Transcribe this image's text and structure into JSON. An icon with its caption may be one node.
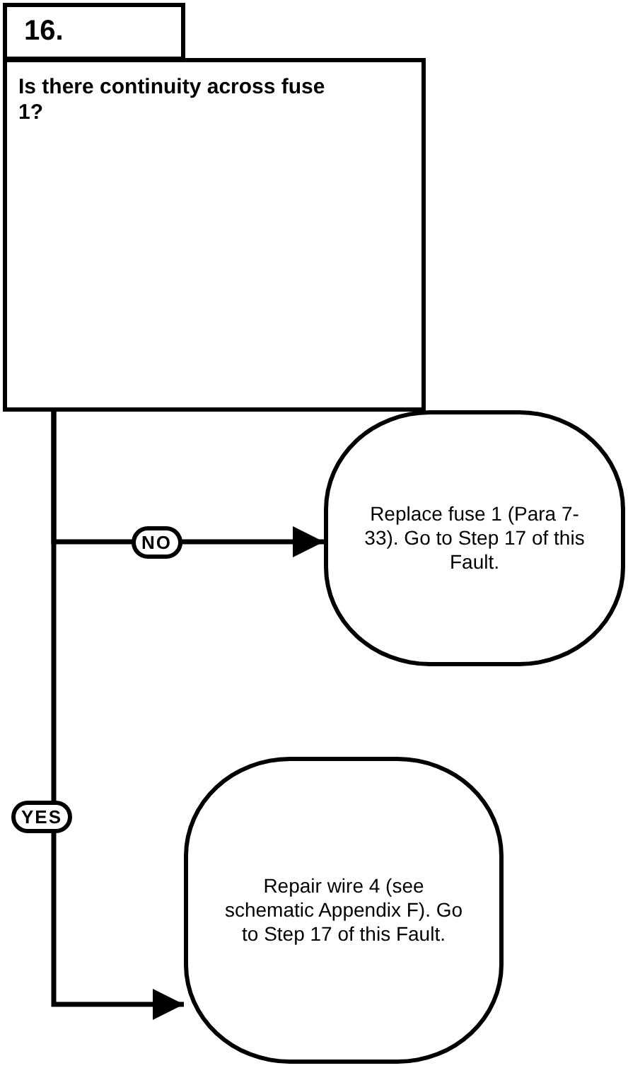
{
  "diagram": {
    "nodes": [
      {
        "text": [
          "16."
        ]
      },
      {
        "text": [
          "Is there continuity across fuse 1?"
        ]
      },
      {
        "text": [
          "Replace fuse 1 (Para 7-33).  Go to Step 17 of this Fault."
        ]
      },
      {
        "text": [
          "Repair wire 4 (see schematic Appendix F).  Go to Step 17 of this Fault."
        ]
      }
    ],
    "edges": [
      {
        "from": 1,
        "to": 2,
        "arrow": "to",
        "label": "NO"
      },
      {
        "from": 1,
        "to": 3,
        "arrow": "to",
        "label": "YES"
      }
    ]
  }
}
